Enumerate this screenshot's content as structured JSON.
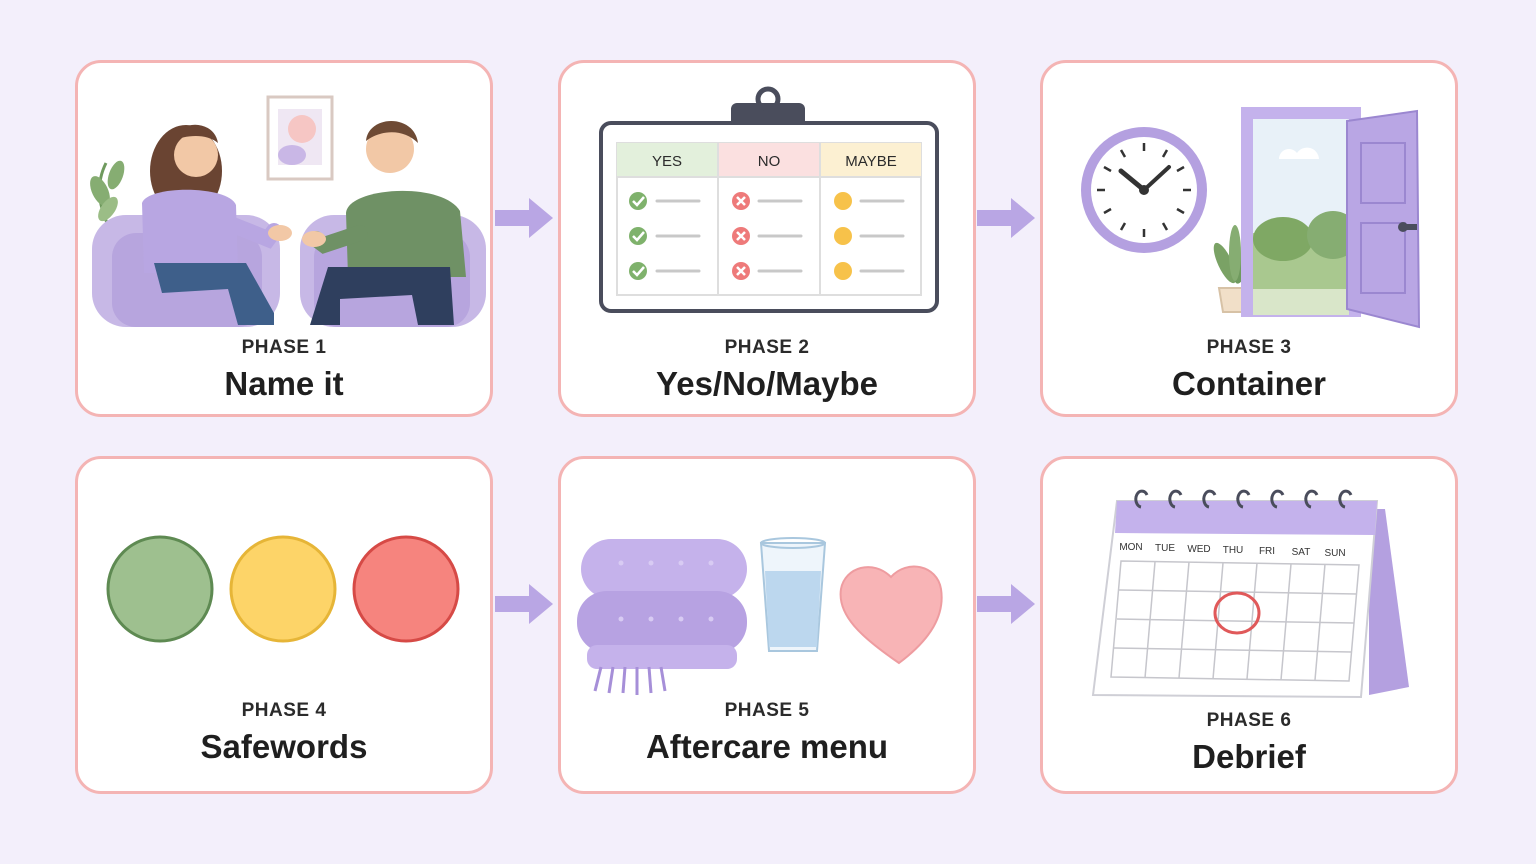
{
  "phases": [
    {
      "label": "PHASE 1",
      "title": "Name it",
      "icon": "conversation-illustration"
    },
    {
      "label": "PHASE 2",
      "title": "Yes/No/Maybe",
      "icon": "checklist-board-illustration"
    },
    {
      "label": "PHASE 3",
      "title": "Container",
      "icon": "clock-and-door-illustration"
    },
    {
      "label": "PHASE 4",
      "title": "Safewords",
      "icon": "traffic-light-circles-illustration"
    },
    {
      "label": "PHASE 5",
      "title": "Aftercare menu",
      "icon": "blanket-water-heart-illustration"
    },
    {
      "label": "PHASE 6",
      "title": "Debrief",
      "icon": "calendar-illustration"
    }
  ],
  "checklist": {
    "columns": [
      "YES",
      "NO",
      "MAYBE"
    ]
  },
  "calendar": {
    "days": [
      "MON",
      "TUE",
      "WED",
      "THU",
      "FRI",
      "SAT",
      "SUN"
    ]
  },
  "colors": {
    "card_border": "#f4b4b4",
    "accent_purple": "#b9a6e4",
    "safeword_green": "#9ec08f",
    "safeword_yellow": "#fdd468",
    "safeword_red": "#f6847e"
  }
}
